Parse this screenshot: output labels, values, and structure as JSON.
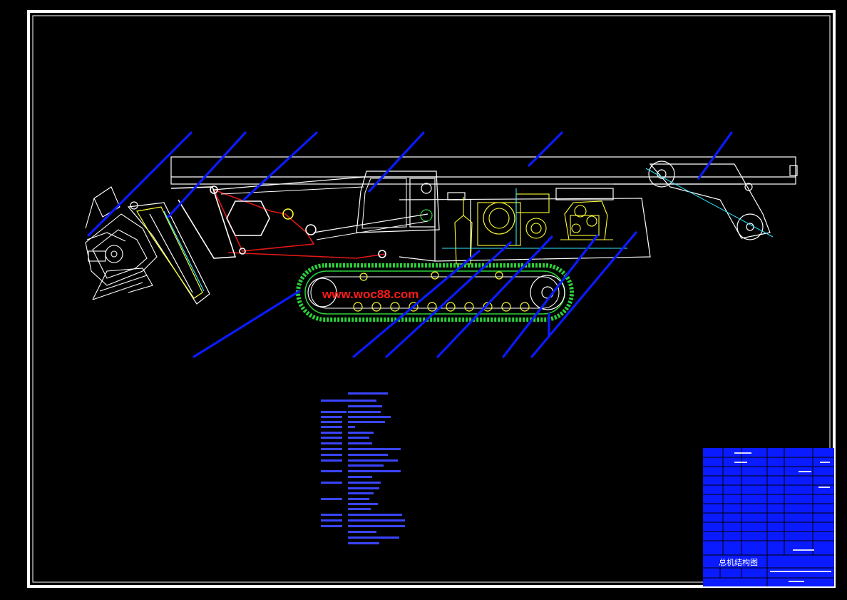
{
  "drawing": {
    "watermark": "www.woc88.com",
    "title_block_caption": "总机结构图"
  },
  "colors": {
    "background": "#000000",
    "border": "#ffffff",
    "frame": "#ffffff",
    "leader": "#0a1bff",
    "cab": "#ffffff",
    "linkage": "#e01818",
    "track": "#2bd13a",
    "engine": "#ffff33",
    "cyan": "#33e6ff",
    "notes": "#3a45ff",
    "watermark": "#ff1a1a"
  },
  "components": [
    "cutting-head",
    "cutting-boom",
    "boom-linkage",
    "operator-cab",
    "main-frame",
    "rear-conveyor",
    "crawler-track",
    "reducer",
    "engine-pack"
  ]
}
